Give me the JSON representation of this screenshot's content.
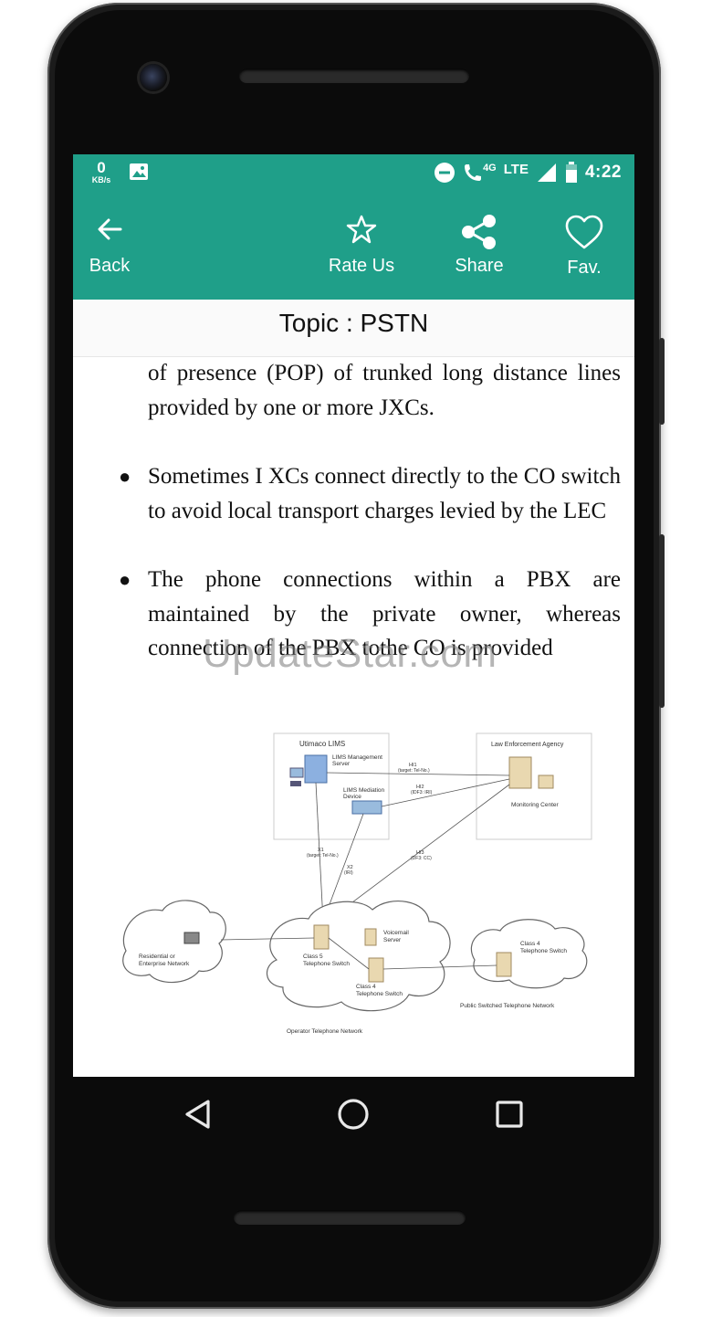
{
  "status_bar": {
    "data_speed_value": "0",
    "data_speed_unit": "KB/s",
    "network": "4G",
    "lte": "LTE",
    "time": "4:22"
  },
  "toolbar": {
    "back_label": "Back",
    "rate_label": "Rate Us",
    "share_label": "Share",
    "fav_label": "Fav."
  },
  "topic_title": "Topic : PSTN",
  "content": {
    "para1": "of presence (POP) of trunked long distance lines provided by one or more JXCs.",
    "bullet2": "Sometimes I XCs connect directly to the CO switch to avoid local transport charges levied by the LEC",
    "bullet3": "The phone connections within a PBX are maintained by the private owner, whereas connection of the PBX tothe CO is provided",
    "watermark": "UpdateStar.com"
  },
  "diagram": {
    "lims_title": "Utimaco LIMS",
    "lims_mgmt": "LIMS Management",
    "lims_mgmt2": "Server",
    "lims_med": "LIMS Mediation",
    "lims_med2": "Device",
    "lea_title": "Law Enforcement Agency",
    "monitoring": "Monitoring Center",
    "hi1": "HI1",
    "hi1b": "(target: Tel-No.)",
    "hi2": "HI2",
    "hi2b": "(IDF3: IRI)",
    "x1": "X1",
    "x1b": "(target: Tel-No.)",
    "x2": "X2",
    "x2b": "(IRI)",
    "hi3": "HI3",
    "hi3b": "(DF3: CC)",
    "residential": "Residential or",
    "residential2": "Enterprise Network",
    "voicemail": "Voicemail",
    "voicemail2": "Server",
    "class5": "Class 5",
    "class5b": "Telephone Switch",
    "class4a": "Class 4",
    "class4a2": "Telephone Switch",
    "class4b": "Class 4",
    "class4b2": "Telephone Switch",
    "pstn_label": "Public Switched Telephone Network",
    "operator_label": "Operator Telephone Network"
  },
  "colors": {
    "accent": "#1f9f89",
    "text": "#111111"
  }
}
